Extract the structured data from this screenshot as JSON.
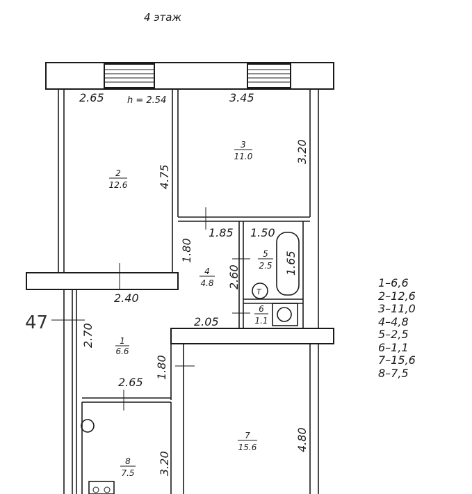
{
  "floor_title": "4 этаж",
  "ceiling_height": "h = 2.54",
  "marker": "47",
  "dimensions": {
    "d_2_65_top": "2.65",
    "d_3_45": "3.45",
    "d_3_20_right": "3.20",
    "d_4_75": "4.75",
    "d_1_85": "1.85",
    "d_1_50": "1.50",
    "d_1_65": "1.65",
    "d_1_80_upper": "1.80",
    "d_2_60": "2.60",
    "d_2_40": "2.40",
    "d_2_05": "2.05",
    "d_2_70": "2.70",
    "d_1_80_lower": "1.80",
    "d_2_65_lower": "2.65",
    "d_4_80": "4.80",
    "d_3_20_lower": "3.20"
  },
  "rooms": [
    {
      "number": "1",
      "area": "6.6"
    },
    {
      "number": "2",
      "area": "12.6"
    },
    {
      "number": "3",
      "area": "11.0"
    },
    {
      "number": "4",
      "area": "4.8"
    },
    {
      "number": "5",
      "area": "2.5"
    },
    {
      "number": "6",
      "area": "1.1"
    },
    {
      "number": "7",
      "area": "15.6"
    },
    {
      "number": "8",
      "area": "7.5"
    }
  ],
  "fixture_label": "Т",
  "legend": [
    "1–6,6",
    "2–12,6",
    "3–11,0",
    "4–4,8",
    "5–2,5",
    "6–1,1",
    "7–15,6",
    "8–7,5"
  ]
}
